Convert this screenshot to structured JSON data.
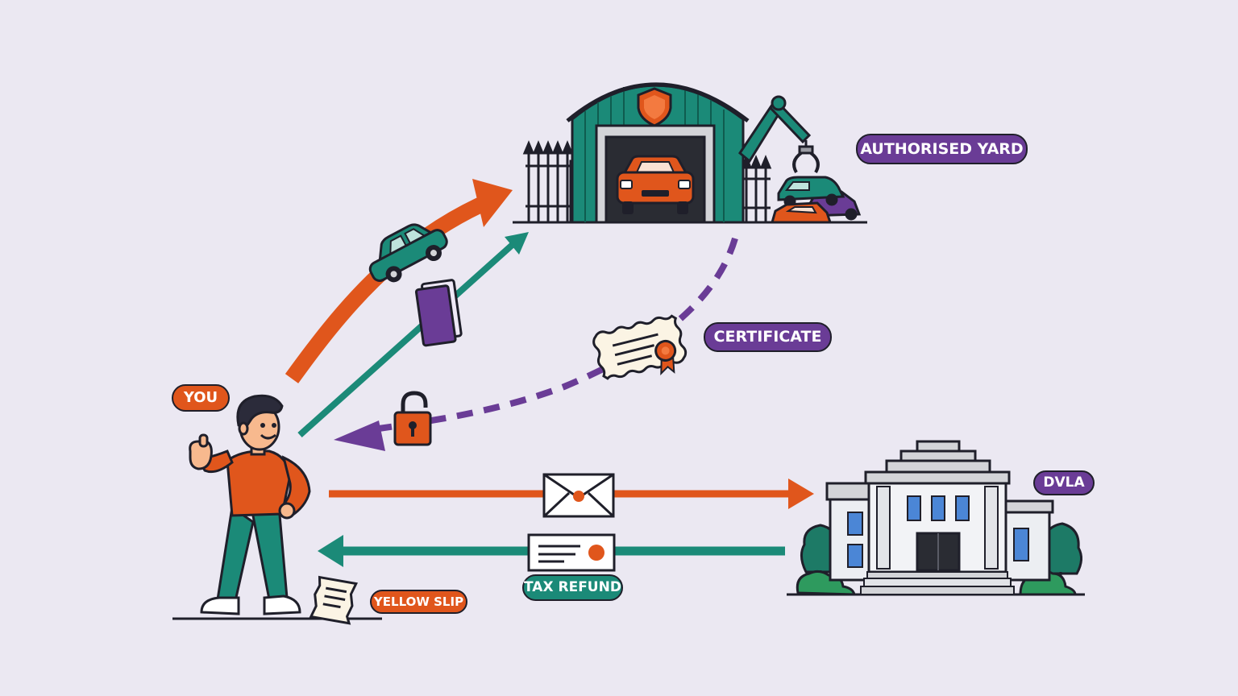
{
  "labels": {
    "you": "YOU",
    "authorised_yard": "AUTHORISED YARD",
    "certificate": "CERTIFICATE",
    "dvla": "DVLA",
    "tax_refund": "TAX REFUND",
    "yellow_slip": "YELLOW SLIP"
  },
  "colors": {
    "background": "#ebe8f2",
    "orange": "#e0561c",
    "teal": "#1b8a78",
    "purple": "#6a3c96",
    "green": "#1d7a66",
    "outline": "#1f1f2a"
  }
}
